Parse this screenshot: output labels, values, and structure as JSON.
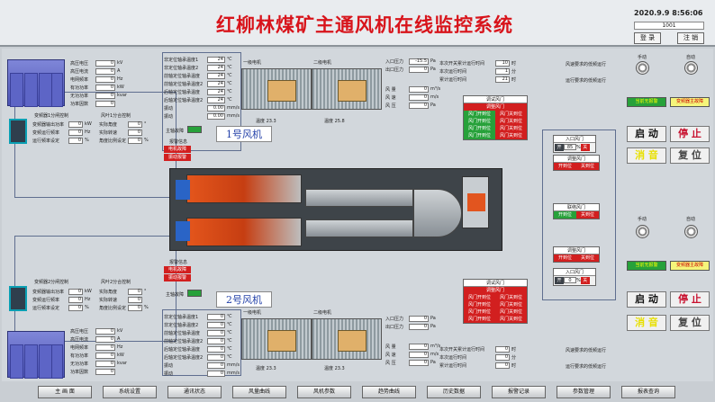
{
  "header": {
    "title": "红柳林煤矿主通风机在线监控系统",
    "datetime": "2020.9.9 8:56:06",
    "user": "1001",
    "login_label": "登 录",
    "logout_label": "注 销"
  },
  "fan1": {
    "label": "1号风机",
    "cabinet_params": [
      {
        "label": "高压电压",
        "value": "0",
        "unit": "kV"
      },
      {
        "label": "高压电流",
        "value": "0",
        "unit": "A"
      },
      {
        "label": "电网频率",
        "value": "0",
        "unit": "Hz"
      },
      {
        "label": "有功功率",
        "value": "0",
        "unit": "kW"
      },
      {
        "label": "无功功率",
        "value": "0",
        "unit": "kvar"
      },
      {
        "label": "功率因数",
        "value": "0",
        "unit": ""
      }
    ],
    "vfd_title": "变频器1分闸控制",
    "vfd_rows": [
      {
        "label": "变频器输出功率",
        "value": "0",
        "unit": "kW"
      },
      {
        "label": "变频运行频率",
        "value": "0",
        "unit": "Hz"
      },
      {
        "label": "运行频率设定",
        "value": "0",
        "unit": "%"
      }
    ],
    "angle_title": "风叶1分合控制",
    "angle_rows": [
      {
        "label": "实际角度",
        "value": "0",
        "unit": "°"
      },
      {
        "label": "实际转速",
        "value": "0",
        "unit": ""
      },
      {
        "label": "角度比例设定",
        "value": "0",
        "unit": "%"
      }
    ],
    "temps": [
      {
        "label": "非定位轴承温度1",
        "value": "24",
        "unit": "℃"
      },
      {
        "label": "非定位轴承温度2",
        "value": "24",
        "unit": "℃"
      },
      {
        "label": "前轴定位轴承温度",
        "value": "24",
        "unit": "℃"
      },
      {
        "label": "前轴定位轴承温度2",
        "value": "24",
        "unit": "℃"
      },
      {
        "label": "后轴定位轴承温度",
        "value": "24",
        "unit": "℃"
      },
      {
        "label": "后轴定位轴承温度2",
        "value": "24",
        "unit": "℃"
      },
      {
        "label": "振动",
        "value": "0.00",
        "unit": "mm/s"
      },
      {
        "label": "振动",
        "value": "0.00",
        "unit": "mm/s"
      }
    ],
    "motor_a": "一级电机",
    "motor_b": "二级电机",
    "temp_a_label": "温度",
    "temp_a": "23.3",
    "temp_b_label": "温度",
    "temp_b": "25.8",
    "main_switch_label": "主轴故障",
    "alarm_title": "报警信息",
    "alarms": [
      "电机故障",
      "振动报警"
    ]
  },
  "fan2": {
    "label": "2号风机",
    "cabinet_params": [
      {
        "label": "高压电压",
        "value": "0",
        "unit": "kV"
      },
      {
        "label": "高压电流",
        "value": "0",
        "unit": "A"
      },
      {
        "label": "电网频率",
        "value": "0",
        "unit": "Hz"
      },
      {
        "label": "有功功率",
        "value": "0",
        "unit": "kW"
      },
      {
        "label": "无功功率",
        "value": "0",
        "unit": "kvar"
      },
      {
        "label": "功率因数",
        "value": "0",
        "unit": ""
      }
    ],
    "vfd_title": "变频器2分闸控制",
    "vfd_rows": [
      {
        "label": "变频器输出功率",
        "value": "0",
        "unit": "kW"
      },
      {
        "label": "变频运行频率",
        "value": "0",
        "unit": "Hz"
      },
      {
        "label": "运行频率设定",
        "value": "0",
        "unit": "%"
      }
    ],
    "angle_title": "风叶2分合控制",
    "angle_rows": [
      {
        "label": "实际角度",
        "value": "0",
        "unit": "°"
      },
      {
        "label": "实际转速",
        "value": "0",
        "unit": ""
      },
      {
        "label": "角度比例设定",
        "value": "0",
        "unit": "%"
      }
    ],
    "temps": [
      {
        "label": "非定位轴承温度1",
        "value": "0",
        "unit": "℃"
      },
      {
        "label": "非定位轴承温度2",
        "value": "0",
        "unit": "℃"
      },
      {
        "label": "前轴定位轴承温度",
        "value": "0",
        "unit": "℃"
      },
      {
        "label": "前轴定位轴承温度2",
        "value": "0",
        "unit": "℃"
      },
      {
        "label": "后轴定位轴承温度",
        "value": "0",
        "unit": "℃"
      },
      {
        "label": "后轴定位轴承温度2",
        "value": "0",
        "unit": "℃"
      },
      {
        "label": "振动",
        "value": "0",
        "unit": "mm/s"
      },
      {
        "label": "振动",
        "value": "0",
        "unit": "mm/s"
      }
    ],
    "motor_a": "一级电机",
    "motor_b": "二级电机",
    "temp_a_label": "温度",
    "temp_a": "23.3",
    "temp_b_label": "温度",
    "temp_b": "23.3",
    "main_switch_label": "主轴故障",
    "alarm_title": "报警信息",
    "alarms": [
      "电机故障",
      "振动报警"
    ]
  },
  "airflow1": {
    "rows": [
      {
        "label": "入口压力",
        "value": "-15.5",
        "unit": "Pa"
      },
      {
        "label": "出口压力",
        "value": "0",
        "unit": "Pa"
      },
      {
        "label": "风 量",
        "value": "0",
        "unit": "m³/s"
      },
      {
        "label": "风 速",
        "value": "0",
        "unit": "m/s"
      },
      {
        "label": "风 压",
        "value": "0",
        "unit": "Pa"
      }
    ],
    "time_rows": [
      {
        "label": "本次开关累计运行时间",
        "value": "10",
        "unit": "时"
      },
      {
        "label": "本次运行时间",
        "value": "1",
        "unit": "分"
      },
      {
        "label": "累计运行时间",
        "value": "21",
        "unit": "时"
      }
    ],
    "status_a": "风速要求的低频运行",
    "status_b": "运行要求的低频运行"
  },
  "airflow2": {
    "rows": [
      {
        "label": "入口压力",
        "value": "0",
        "unit": "Pa"
      },
      {
        "label": "出口压力",
        "value": "0",
        "unit": "Pa"
      },
      {
        "label": "风 量",
        "value": "0",
        "unit": "m³/s"
      },
      {
        "label": "风 速",
        "value": "0",
        "unit": "m/s"
      },
      {
        "label": "风 压",
        "value": "0",
        "unit": "Pa"
      }
    ],
    "time_rows": [
      {
        "label": "本次开关累计运行时间",
        "value": "0",
        "unit": "时"
      },
      {
        "label": "本次运行时间",
        "value": "0",
        "unit": "分"
      },
      {
        "label": "累计运行时间",
        "value": "0",
        "unit": "时"
      }
    ],
    "status_a": "风速要求的低频运行",
    "status_b": "运行要求的低频运行"
  },
  "door1": {
    "title": "调试风门",
    "rows": [
      [
        "风门开到位",
        "风门关到位"
      ],
      [
        "风门开到位",
        "风门关到位"
      ],
      [
        "风门开到位",
        "风门关到位"
      ],
      [
        "风门开到位",
        "风门关到位"
      ]
    ],
    "header": "调整风门"
  },
  "door2": {
    "title": "调试风门",
    "rows": [
      [
        "风门开到位",
        "风门关到位"
      ],
      [
        "风门开到位",
        "风门关到位"
      ],
      [
        "风门开到位",
        "风门关到位"
      ],
      [
        "风门开到位",
        "风门关到位"
      ]
    ],
    "header": "调整风门"
  },
  "valve1": {
    "title": "入口风门",
    "value": "85",
    "unit": "%",
    "open": "开",
    "close": "关"
  },
  "valve2": {
    "title": "入口风门",
    "value": "0",
    "unit": "%",
    "open": "开",
    "close": "关"
  },
  "backdoor1": {
    "title": "调整风门",
    "a": "开到位",
    "b": "关到位"
  },
  "middoor": {
    "title": "联络风门",
    "a": "开到位",
    "b": "关到位"
  },
  "backdoor2": {
    "title": "调整风门",
    "a": "开到位",
    "b": "关到位"
  },
  "control1": {
    "knob_a": "手动",
    "knob_b": "自动",
    "status_a": "当前无报警",
    "status_b": "变频器主故障",
    "start": "启 动",
    "stop": "停 止",
    "mute": "消 音",
    "reset": "复 位"
  },
  "control2": {
    "knob_a": "手动",
    "knob_b": "自动",
    "status_a": "当前无报警",
    "status_b": "变频器主故障",
    "start": "启 动",
    "stop": "停 止",
    "mute": "消 音",
    "reset": "复 位"
  },
  "tabs": [
    "主 画 面",
    "系统设置",
    "通讯状态",
    "风量曲线",
    "风机参数",
    "趋势曲线",
    "历史数据",
    "报警记录",
    "参数管理",
    "报表查询"
  ]
}
